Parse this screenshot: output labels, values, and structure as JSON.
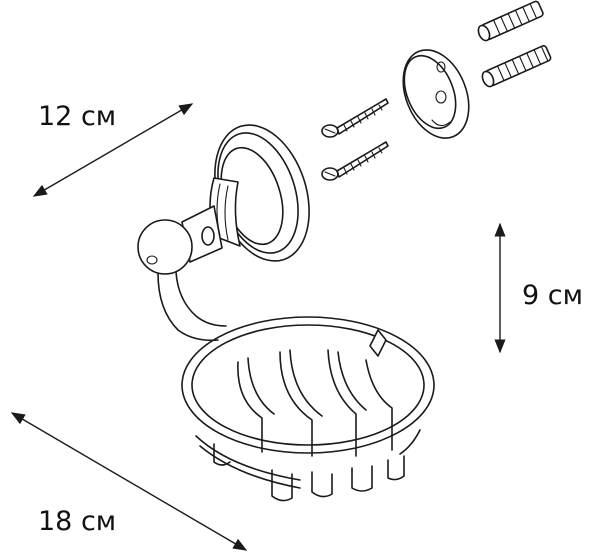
{
  "dimensions": {
    "width_label": "12 см",
    "height_label": "9 см",
    "depth_label": "18 см"
  },
  "colors": {
    "line": "#1a1a1a",
    "background": "#ffffff"
  }
}
